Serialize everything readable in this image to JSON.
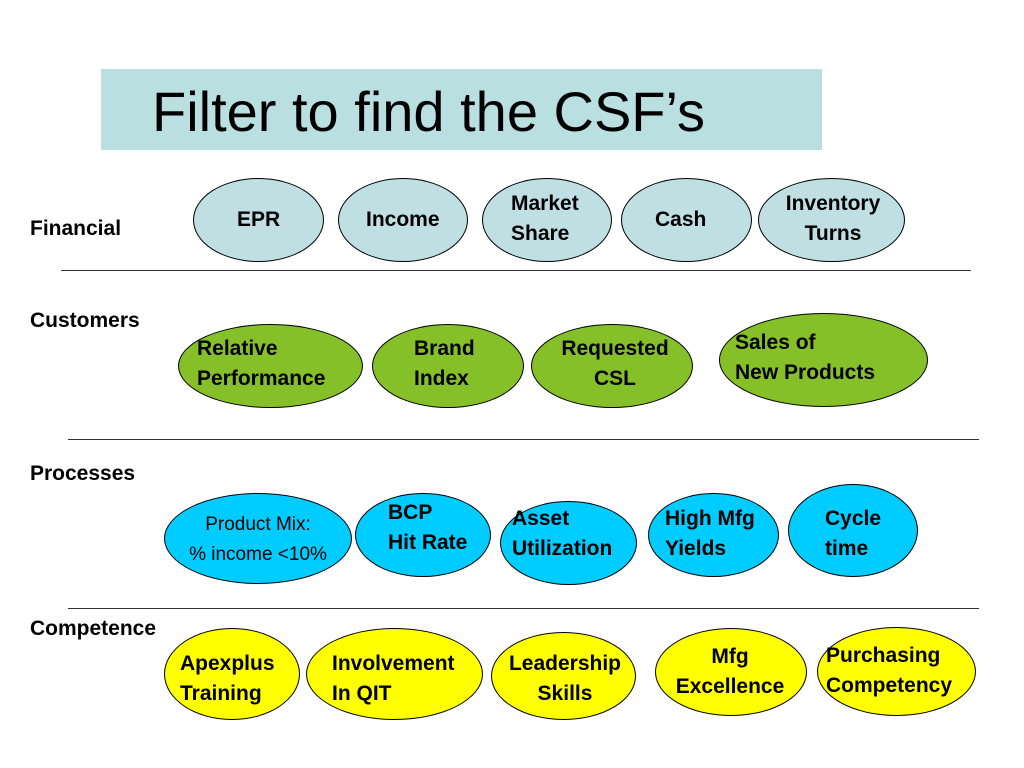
{
  "title": "Filter to find the CSF’s",
  "colors": {
    "title_band": "#b9dfe1",
    "financial": "#bfdfe3",
    "customers": "#86c029",
    "processes": "#00ccff",
    "competence": "#ffff00"
  },
  "rows": {
    "financial": {
      "label": "Financial",
      "items": [
        "EPR",
        "Income",
        "Market\nShare",
        "Cash",
        "Inventory\nTurns"
      ]
    },
    "customers": {
      "label": "Customers",
      "items": [
        "Relative\nPerformance",
        "Brand\nIndex",
        "Requested\nCSL",
        "Sales of\nNew Products"
      ]
    },
    "processes": {
      "label": "Processes",
      "items": [
        "Product Mix:\n% income <10%",
        "BCP\nHit Rate",
        "Asset\nUtilization",
        "High Mfg\nYields",
        "Cycle\ntime"
      ]
    },
    "competence": {
      "label": "Competence",
      "items": [
        "Apexplus\nTraining",
        "Involvement\nIn QIT",
        "Leadership\nSkills",
        "Mfg\nExcellence",
        "Purchasing\nCompetency"
      ]
    }
  }
}
